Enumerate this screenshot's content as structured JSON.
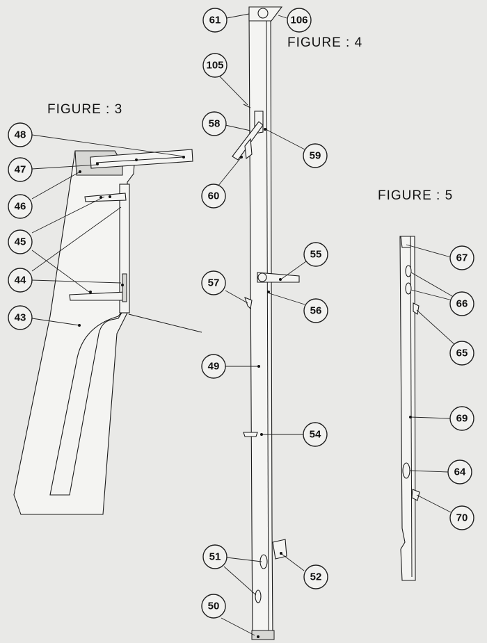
{
  "figures": {
    "fig3": "FIGURE : 3",
    "fig4": "FIGURE : 4",
    "fig5": "FIGURE : 5"
  },
  "callouts": {
    "c61": "61",
    "c106": "106",
    "c105": "105",
    "c58": "58",
    "c59": "59",
    "c60": "60",
    "c55": "55",
    "c57": "57",
    "c56": "56",
    "c49": "49",
    "c54": "54",
    "c51": "51",
    "c52": "52",
    "c50": "50",
    "c48": "48",
    "c47": "47",
    "c46": "46",
    "c45": "45",
    "c44": "44",
    "c43": "43",
    "c67": "67",
    "c66": "66",
    "c65": "65",
    "c69": "69",
    "c64": "64",
    "c70": "70"
  }
}
